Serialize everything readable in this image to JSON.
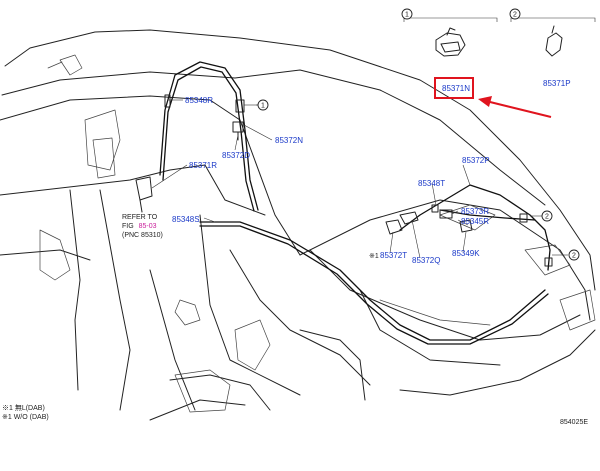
{
  "callouts": {
    "one": "1",
    "two": "2"
  },
  "parts": {
    "p85371N": "85371N",
    "p85371P": "85371P",
    "p85348R": "85348R",
    "p85372N": "85372N",
    "p85372D": "85372D",
    "p85371R": "85371R",
    "p85372P": "85372P",
    "p85348T": "85348T",
    "p85373R": "85373R",
    "p85345R": "85345R",
    "p85348S": "85348S",
    "p85372T": "85372T",
    "p85372Q": "85372Q",
    "p85349K": "85349K"
  },
  "reference": {
    "line1": "REFER TO",
    "line2_prefix": "FIG",
    "line2_link": "85-03",
    "line3": "(PNC 85310)"
  },
  "star_mark": "※1",
  "footnotes": {
    "line1": "※1 無L(DAB)",
    "line2": "※1 W/O (DAB)"
  },
  "figure_id": "854025E",
  "colors": {
    "part_label": "#1a39c8",
    "highlight": "#e0141e",
    "ref_link": "#c81e9a"
  }
}
